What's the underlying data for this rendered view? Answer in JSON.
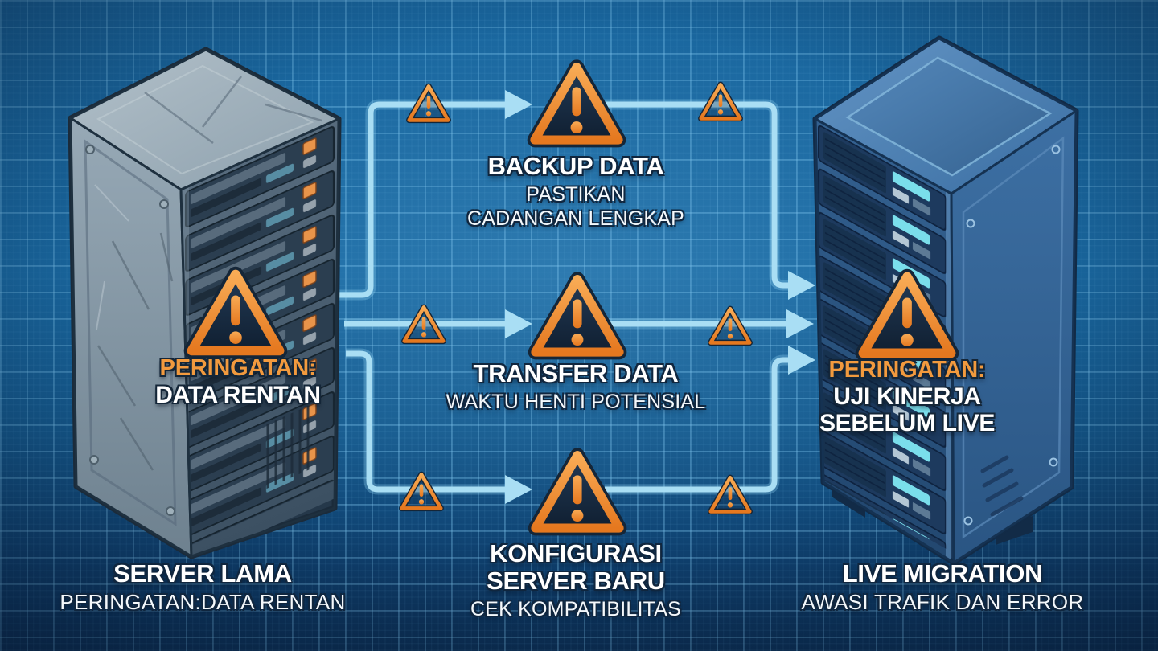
{
  "palette": {
    "blueprint_background": "#1A68A0",
    "grid_line": "#7DC3F0",
    "connector_cyan": "#A9DEF4",
    "warning_orange": "#EF8C2F",
    "warning_fill_navy": "#16283E",
    "label_orange": "#F29A3E",
    "text_white": "#FFFFFF"
  },
  "left_server": {
    "warning_prefix": "PERINGATAN:",
    "warning_lines": [
      "DATA RENTAN"
    ],
    "caption_title": "SERVER LAMA",
    "caption_subtitle": "PERINGATAN:DATA RENTAN"
  },
  "steps": [
    {
      "title_lines": [
        "BACKUP DATA"
      ],
      "subtitle_lines": [
        "PASTIKAN",
        "CADANGAN LENGKAP"
      ]
    },
    {
      "title_lines": [
        "TRANSFER DATA"
      ],
      "subtitle_lines": [
        "WAKTU HENTI POTENSIAL"
      ]
    },
    {
      "title_lines": [
        "KONFIGURASI",
        "SERVER BARU"
      ],
      "subtitle_lines": [
        "CEK KOMPATIBILITAS"
      ]
    }
  ],
  "right_server": {
    "warning_prefix": "PERINGATAN:",
    "warning_lines": [
      "UJI KINERJA",
      "SEBELUM LIVE"
    ],
    "caption_title": "LIVE MIGRATION",
    "caption_subtitle": "AWASI TRAFIK DAN ERROR"
  }
}
